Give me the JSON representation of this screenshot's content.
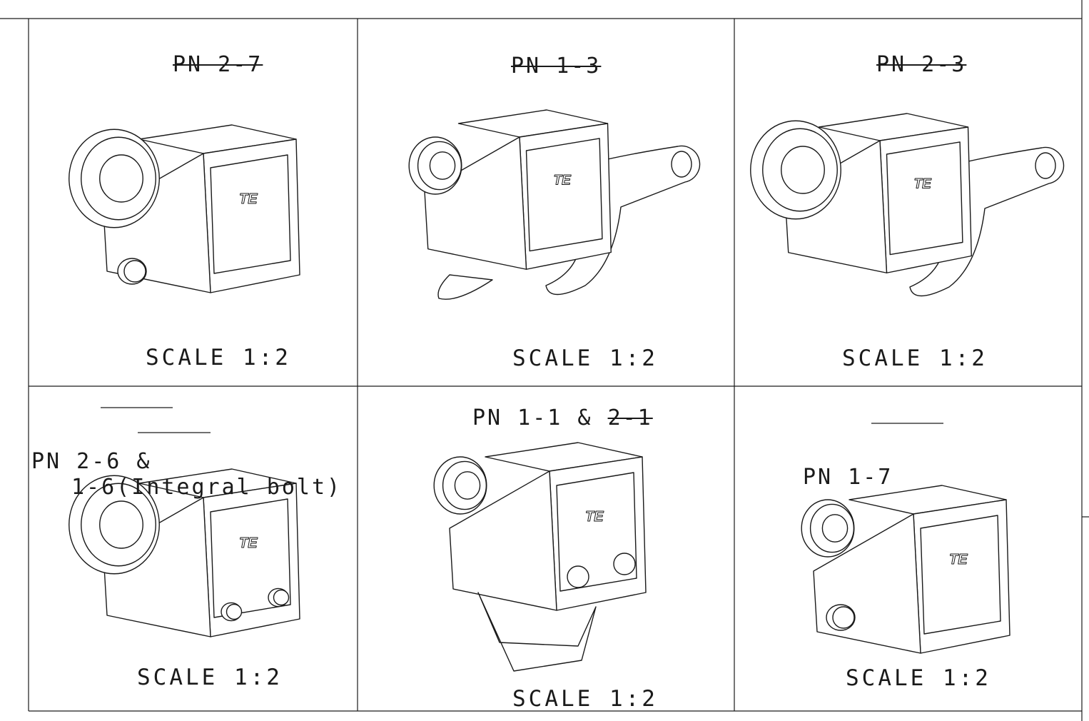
{
  "views": [
    {
      "title": "PN 2-7",
      "title_struck": true,
      "scale": "SCALE 1:2",
      "variant": "large-gland-bolt"
    },
    {
      "title": "PN 1-3",
      "title_struck": true,
      "scale": "SCALE 1:2",
      "variant": "small-gland-lever-hooks"
    },
    {
      "title": "PN 2-3",
      "title_struck": true,
      "scale": "SCALE 1:2",
      "variant": "large-gland-lever"
    },
    {
      "title_line1": "PN 2-6 &",
      "title_line2": "1-6(Integral bolt)",
      "scale": "SCALE 1:2",
      "variant": "large-gland-two-bolts"
    },
    {
      "title_prefix": "PN 1-1 & ",
      "title_struck_part": "2-1",
      "scale": "SCALE 1:2",
      "variant": "small-gland-clip"
    },
    {
      "title": "PN 1-7",
      "scale": "SCALE 1:2",
      "variant": "small-gland-bolt"
    }
  ],
  "brand_mark": "TE",
  "colors": {
    "line": "#1a1a1a",
    "background": "#ffffff"
  }
}
